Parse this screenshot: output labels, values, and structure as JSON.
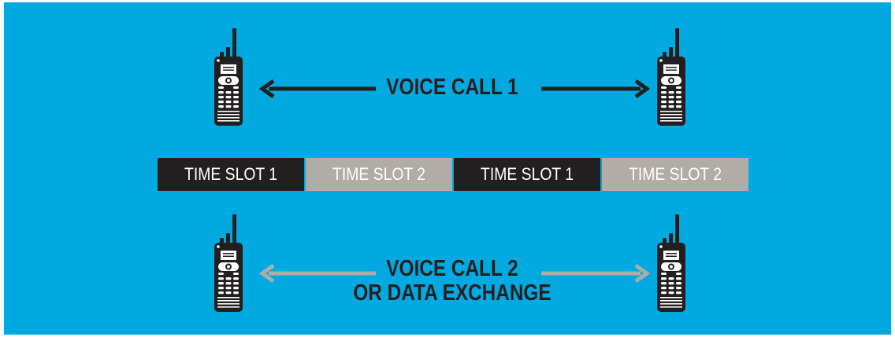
{
  "colors": {
    "background": "#00a9e0",
    "call1_arrow": "#231f20",
    "call2_arrow": "#b1aca7",
    "slot1_fill": "#231f20",
    "slot1_text": "#ffffff",
    "slot2_fill": "#b1aca7",
    "slot2_text": "#ffffff",
    "radio": "#231f20"
  },
  "icons": {
    "radio": "two-way-radio-icon"
  },
  "calls": {
    "call1": {
      "line1": "VOICE CALL 1"
    },
    "call2": {
      "line1": "VOICE CALL 2",
      "line2": "OR DATA EXCHANGE"
    }
  },
  "time_slots": [
    {
      "label": "TIME SLOT 1",
      "slot": 1
    },
    {
      "label": "TIME SLOT 2",
      "slot": 2
    },
    {
      "label": "TIME SLOT 1",
      "slot": 1
    },
    {
      "label": "TIME SLOT 2",
      "slot": 2
    }
  ]
}
